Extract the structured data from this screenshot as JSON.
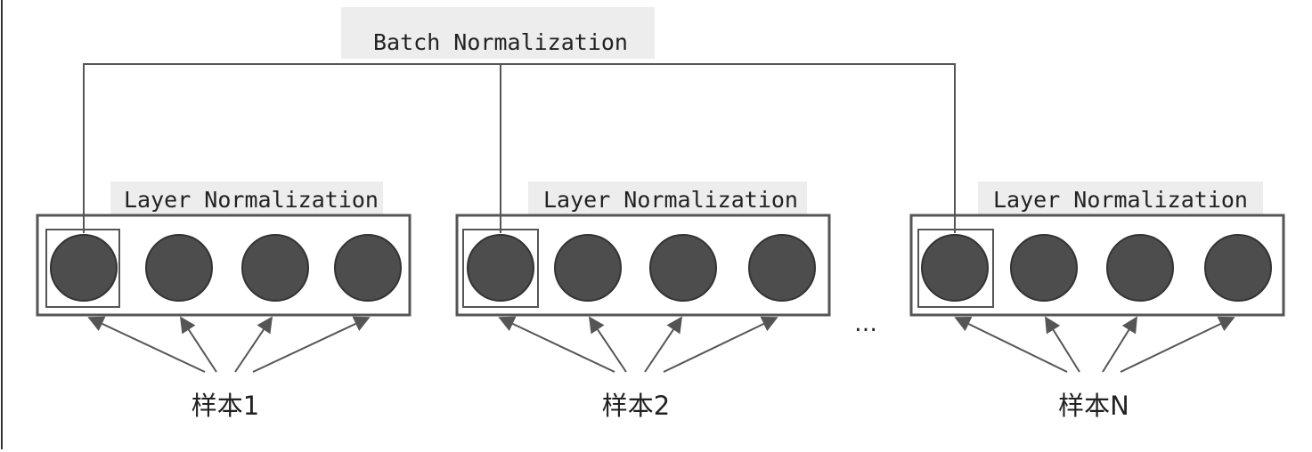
{
  "batch_norm": {
    "label": "Batch Normalization"
  },
  "samples": [
    {
      "layer_label": "Layer Normalization",
      "sample_label": "样本1",
      "neuron_count": 4
    },
    {
      "layer_label": "Layer Normalization",
      "sample_label": "样本2",
      "neuron_count": 4
    },
    {
      "layer_label": "Layer Normalization",
      "sample_label": "样本N",
      "neuron_count": 4
    }
  ],
  "ellipsis": "…",
  "colors": {
    "neuron_fill": "#4d4d4d",
    "line": "#555555",
    "label_background": "#ededed",
    "text": "#222222"
  }
}
